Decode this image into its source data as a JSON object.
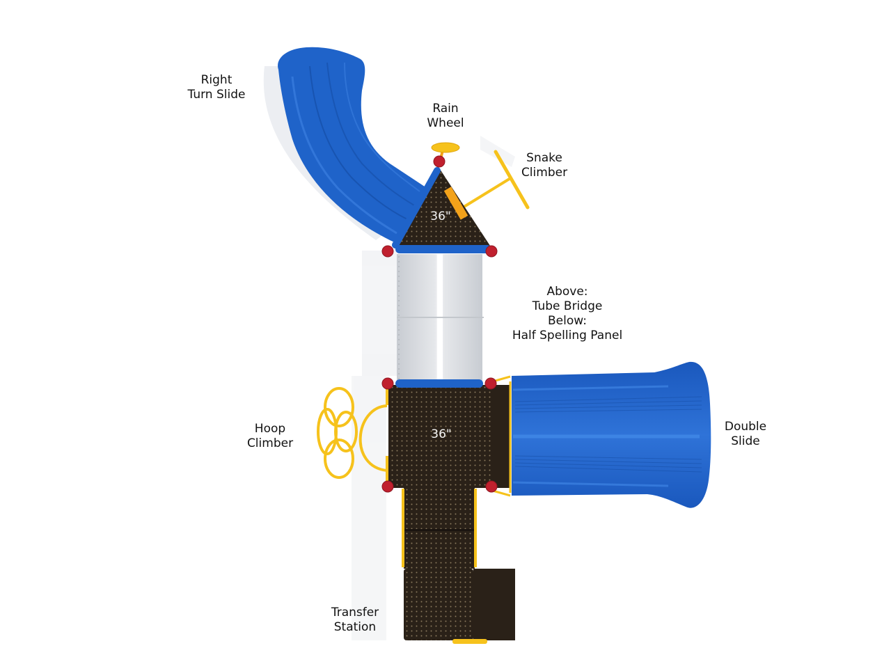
{
  "diagram": {
    "type": "playground-top-view",
    "colors": {
      "slide_blue": "#1f63c9",
      "slide_blue_dark": "#164ea6",
      "slide_blue_light": "#3a7fe0",
      "deck_brown": "#2a2118",
      "post_cap_red": "#c0202e",
      "rail_yellow": "#f6c21c",
      "rail_orange": "#f3a21a",
      "tube_gray": "#dcdfe3",
      "shadow": "#e4e6ea"
    },
    "labels": {
      "right_turn_slide": [
        "Right",
        "Turn Slide"
      ],
      "rain_wheel": [
        "Rain",
        "Wheel"
      ],
      "snake_climber": [
        "Snake",
        "Climber"
      ],
      "tube_bridge": [
        "Above:",
        "Tube Bridge",
        "Below:",
        "Half Spelling Panel"
      ],
      "hoop_climber": [
        "Hoop",
        "Climber"
      ],
      "double_slide": [
        "Double",
        "Slide"
      ],
      "transfer_station": [
        "Transfer",
        "Station"
      ]
    },
    "deck_heights": {
      "triangle_deck": "36\"",
      "square_deck": "36\""
    }
  }
}
